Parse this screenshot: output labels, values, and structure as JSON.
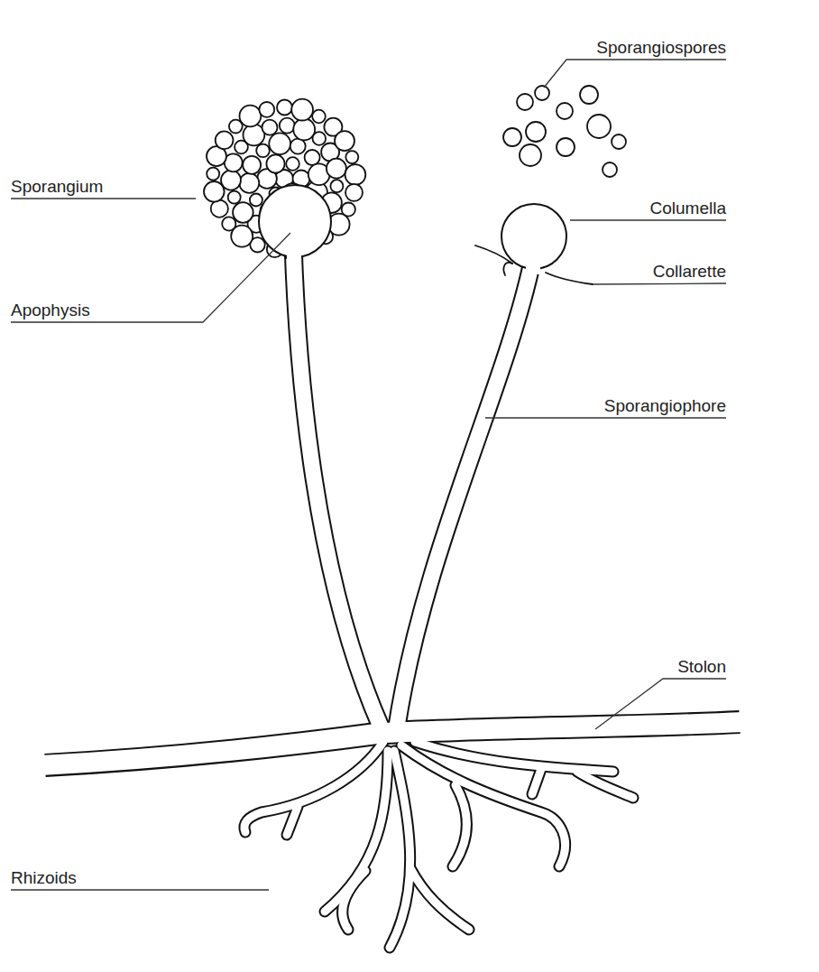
{
  "diagram": {
    "labels": [
      "Sporangiospores",
      "Sporangium",
      "Columella",
      "Collarette",
      "Apophysis",
      "Sporangiophore",
      "Stolon",
      "Rhizoids"
    ]
  }
}
